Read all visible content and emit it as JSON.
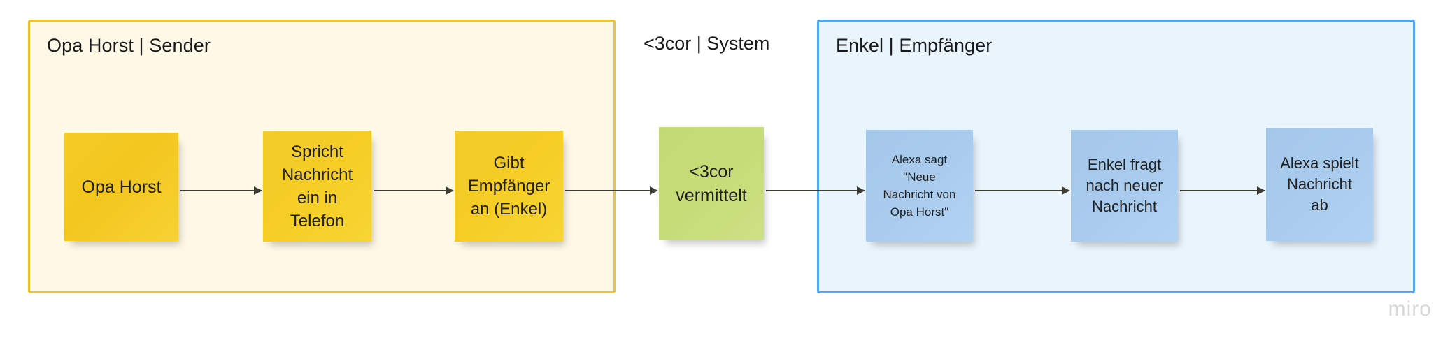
{
  "board": {
    "watermark": "miro",
    "colors": {
      "sender_fill": "#fef8e7",
      "sender_border": "#f2c230",
      "receiver_fill": "#eaf4fd",
      "receiver_border": "#4fa8f5",
      "sticky_yellow": "#f5cd25",
      "sticky_green": "#c6dc78",
      "sticky_blue": "#a8cbee",
      "connector": "#3d3d33",
      "text": "#1f1f1f"
    }
  },
  "lanes": [
    {
      "id": "sender",
      "title": "Opa Horst | Sender"
    },
    {
      "id": "system",
      "title": "<3cor | System"
    },
    {
      "id": "receiver",
      "title": "Enkel | Empfänger"
    }
  ],
  "notes": [
    {
      "id": "opa-horst",
      "text": "Opa Horst",
      "color": "yellow",
      "lane": "sender"
    },
    {
      "id": "spricht",
      "text": "Spricht\nNachricht\nein in\nTelefon",
      "color": "yellow",
      "lane": "sender"
    },
    {
      "id": "gibt",
      "text": "Gibt\nEmpfänger\nan (Enkel)",
      "color": "yellow",
      "lane": "sender"
    },
    {
      "id": "vermittelt",
      "text": "<3cor\nvermittelt",
      "color": "green",
      "lane": "system"
    },
    {
      "id": "alexa-sagt",
      "text": "Alexa sagt\n\"Neue\nNachricht von\nOpa Horst\"",
      "color": "blue",
      "lane": "receiver"
    },
    {
      "id": "enkel-fragt",
      "text": "Enkel fragt\nnach neuer\nNachricht",
      "color": "blue",
      "lane": "receiver"
    },
    {
      "id": "alexa-spielt",
      "text": "Alexa spielt\nNachricht\nab",
      "color": "blue",
      "lane": "receiver"
    }
  ],
  "connectors": [
    {
      "id": "conn-1",
      "from": "opa-horst",
      "to": "spricht"
    },
    {
      "id": "conn-2",
      "from": "spricht",
      "to": "gibt"
    },
    {
      "id": "conn-3",
      "from": "gibt",
      "to": "vermittelt"
    },
    {
      "id": "conn-4",
      "from": "vermittelt",
      "to": "alexa-sagt"
    },
    {
      "id": "conn-5",
      "from": "alexa-sagt",
      "to": "enkel-fragt"
    },
    {
      "id": "conn-6",
      "from": "enkel-fragt",
      "to": "alexa-spielt"
    }
  ]
}
